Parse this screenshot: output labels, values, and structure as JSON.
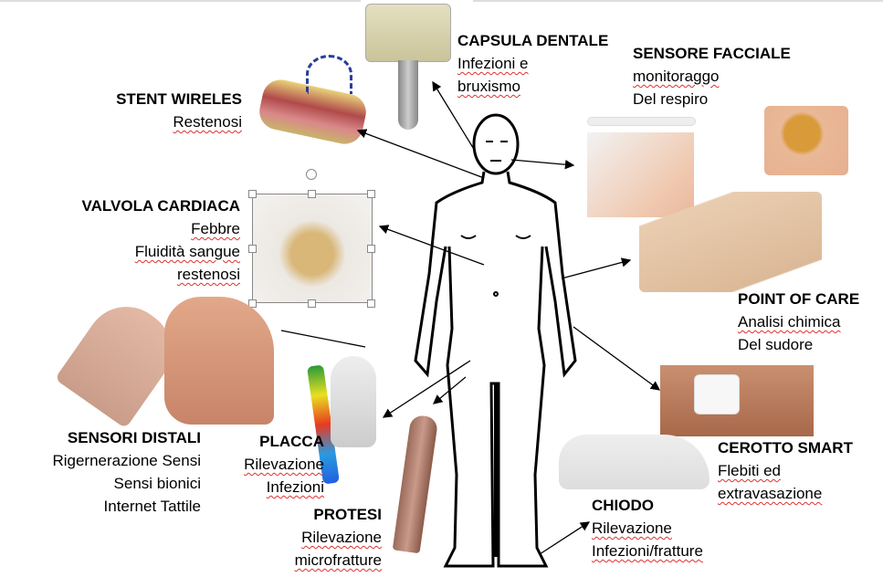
{
  "labels": {
    "stent": {
      "title": "STENT WIRELES",
      "lines": [
        "Restenosi"
      ]
    },
    "capsula": {
      "title": "CAPSULA DENTALE",
      "lines": [
        "Infezioni e",
        "bruxismo"
      ]
    },
    "facciale": {
      "title": "SENSORE FACCIALE",
      "lines": [
        "monitoraggo",
        "Del respiro"
      ]
    },
    "valvola": {
      "title": "VALVOLA CARDIACA",
      "lines": [
        "Febbre",
        "Fluidità sangue",
        "restenosi"
      ]
    },
    "poc": {
      "title": "POINT OF CARE",
      "lines": [
        "Analisi chimica",
        "Del sudore"
      ]
    },
    "distali": {
      "title": "SENSORI DISTALI",
      "lines": [
        "Rigernerazione Sensi",
        "Sensi bionici",
        "Internet Tattile"
      ]
    },
    "placca": {
      "title": "PLACCA",
      "lines": [
        "Rilevazione",
        "Infezioni"
      ]
    },
    "cerotto": {
      "title": "CEROTTO SMART",
      "lines": [
        "Flebiti ed",
        "extravasazione"
      ]
    },
    "protesi": {
      "title": "PROTESI",
      "lines": [
        "Rilevazione",
        "microfratture"
      ]
    },
    "chiodo": {
      "title": "CHIODO",
      "lines": [
        "Rilevazione",
        "Infezioni/fratture"
      ]
    }
  }
}
